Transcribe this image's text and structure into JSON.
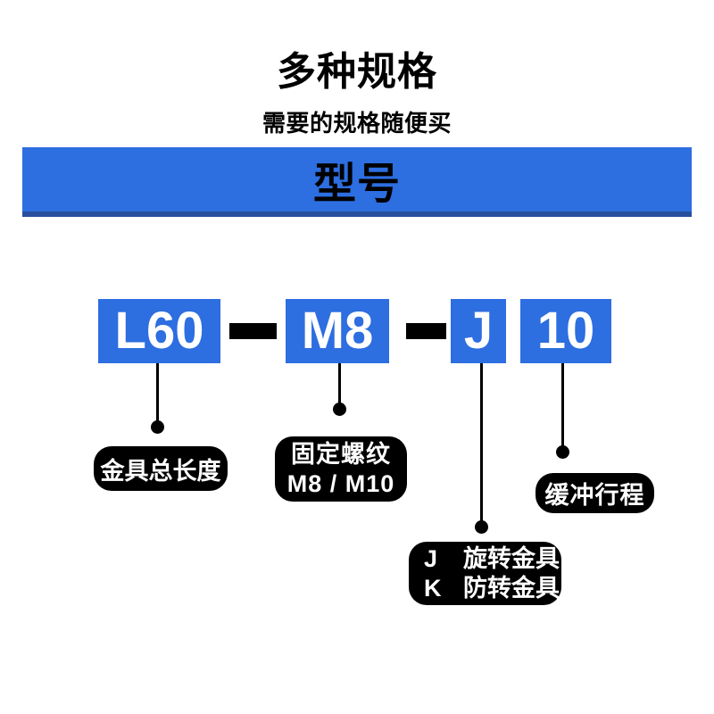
{
  "colors": {
    "blue": "#2d6ee0",
    "navy": "#27509d",
    "black": "#000000",
    "white": "#ffffff",
    "bg": "#ffffff"
  },
  "header": {
    "title": "多种规格",
    "subtitle": "需要的规格随便买"
  },
  "banner": {
    "title": "型号"
  },
  "model": {
    "length_code": "L60",
    "separator": "-",
    "thread_code": "M8",
    "type_code": "J",
    "stroke_code": "10"
  },
  "callouts": {
    "length": {
      "label": "金具总长度"
    },
    "thread": {
      "title": "固定螺纹",
      "options": "M8 / M10"
    },
    "stroke": {
      "label": "缓冲行程"
    },
    "type": {
      "row1_key": "J",
      "row1_text": "旋转金具",
      "row2_key": "K",
      "row2_text": "防转金具"
    }
  }
}
